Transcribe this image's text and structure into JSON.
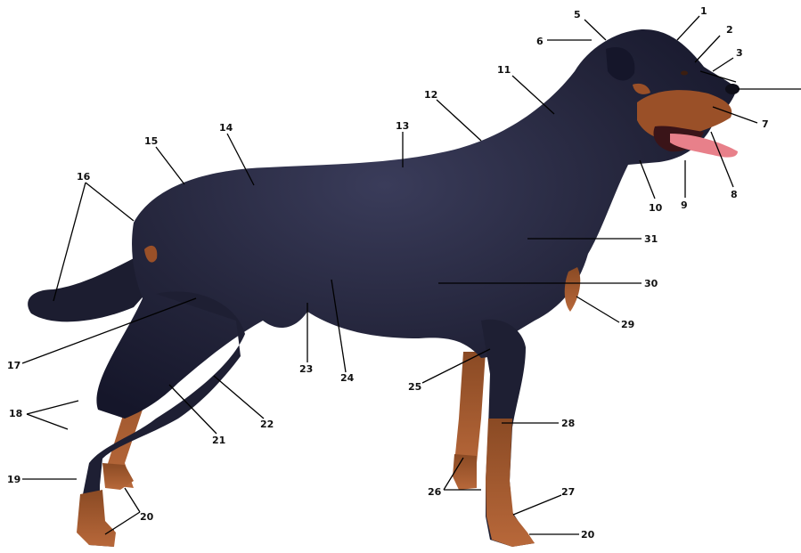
{
  "figure": {
    "subject": "rottweiler-side-view",
    "colors": {
      "coat_black": "#23243a",
      "coat_shadow": "#15162a",
      "coat_highlight": "#3a3c5a",
      "tan_markings": "#a85a2c",
      "tongue": "#e8808a",
      "background": "#ffffff",
      "leader_lines": "#000000"
    }
  },
  "labels": [
    {
      "id": "1",
      "text": "1"
    },
    {
      "id": "2",
      "text": "2"
    },
    {
      "id": "3",
      "text": "3"
    },
    {
      "id": "5",
      "text": "5"
    },
    {
      "id": "6",
      "text": "6"
    },
    {
      "id": "7",
      "text": "7"
    },
    {
      "id": "8",
      "text": "8"
    },
    {
      "id": "9",
      "text": "9"
    },
    {
      "id": "10",
      "text": "10"
    },
    {
      "id": "11",
      "text": "11"
    },
    {
      "id": "12",
      "text": "12"
    },
    {
      "id": "13",
      "text": "13"
    },
    {
      "id": "14",
      "text": "14"
    },
    {
      "id": "15",
      "text": "15"
    },
    {
      "id": "16",
      "text": "16"
    },
    {
      "id": "17",
      "text": "17"
    },
    {
      "id": "18",
      "text": "18"
    },
    {
      "id": "19",
      "text": "19"
    },
    {
      "id": "20a",
      "text": "20"
    },
    {
      "id": "20b",
      "text": "20"
    },
    {
      "id": "21",
      "text": "21"
    },
    {
      "id": "22",
      "text": "22"
    },
    {
      "id": "23",
      "text": "23"
    },
    {
      "id": "24",
      "text": "24"
    },
    {
      "id": "25",
      "text": "25"
    },
    {
      "id": "26",
      "text": "26"
    },
    {
      "id": "27",
      "text": "27"
    },
    {
      "id": "28",
      "text": "28"
    },
    {
      "id": "29",
      "text": "29"
    },
    {
      "id": "30",
      "text": "30"
    },
    {
      "id": "31",
      "text": "31"
    }
  ]
}
